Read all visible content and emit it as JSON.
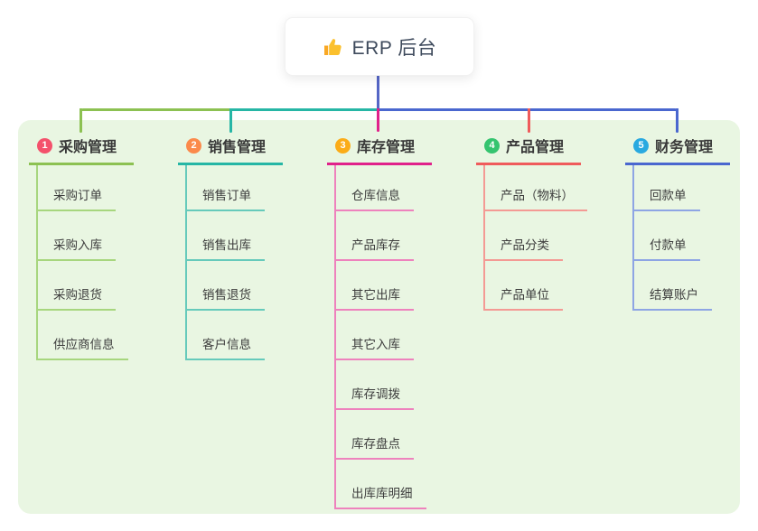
{
  "root": {
    "label": "ERP 后台",
    "icon": "thumbs-up-icon"
  },
  "branches": [
    {
      "badge": "1",
      "label": "采购管理",
      "color": "#8cc152",
      "child_line_color": "#a7d67e",
      "badge_color": "#f4516c",
      "children": [
        "采购订单",
        "采购入库",
        "采购退货",
        "供应商信息"
      ]
    },
    {
      "badge": "2",
      "label": "销售管理",
      "color": "#26b6a5",
      "child_line_color": "#66cabb",
      "badge_color": "#fb8a4b",
      "children": [
        "销售订单",
        "销售出库",
        "销售退货",
        "客户信息"
      ]
    },
    {
      "badge": "3",
      "label": "库存管理",
      "color": "#e0218a",
      "child_line_color": "#ee82bd",
      "badge_color": "#fbac18",
      "children": [
        "仓库信息",
        "产品库存",
        "其它出库",
        "其它入库",
        "库存调拨",
        "库存盘点",
        "出库库明细"
      ]
    },
    {
      "badge": "4",
      "label": "产品管理",
      "color": "#ef5b5b",
      "child_line_color": "#f49a94",
      "badge_color": "#35c46f",
      "children": [
        "产品（物料）",
        "产品分类",
        "产品单位"
      ]
    },
    {
      "badge": "5",
      "label": "财务管理",
      "color": "#4a67cf",
      "child_line_color": "#8ea5e4",
      "badge_color": "#29a9e0",
      "children": [
        "回款单",
        "付款单",
        "结算账户"
      ]
    }
  ],
  "colors": {
    "canvas_background": "#ffffff",
    "panel_background": "#e9f6e2",
    "root_connector": "#5566c6",
    "root_text": "#3e4a5c",
    "title_text": "#383838",
    "child_text": "#3d3d3d",
    "thumb_icon_fill": "#fbc02d"
  }
}
